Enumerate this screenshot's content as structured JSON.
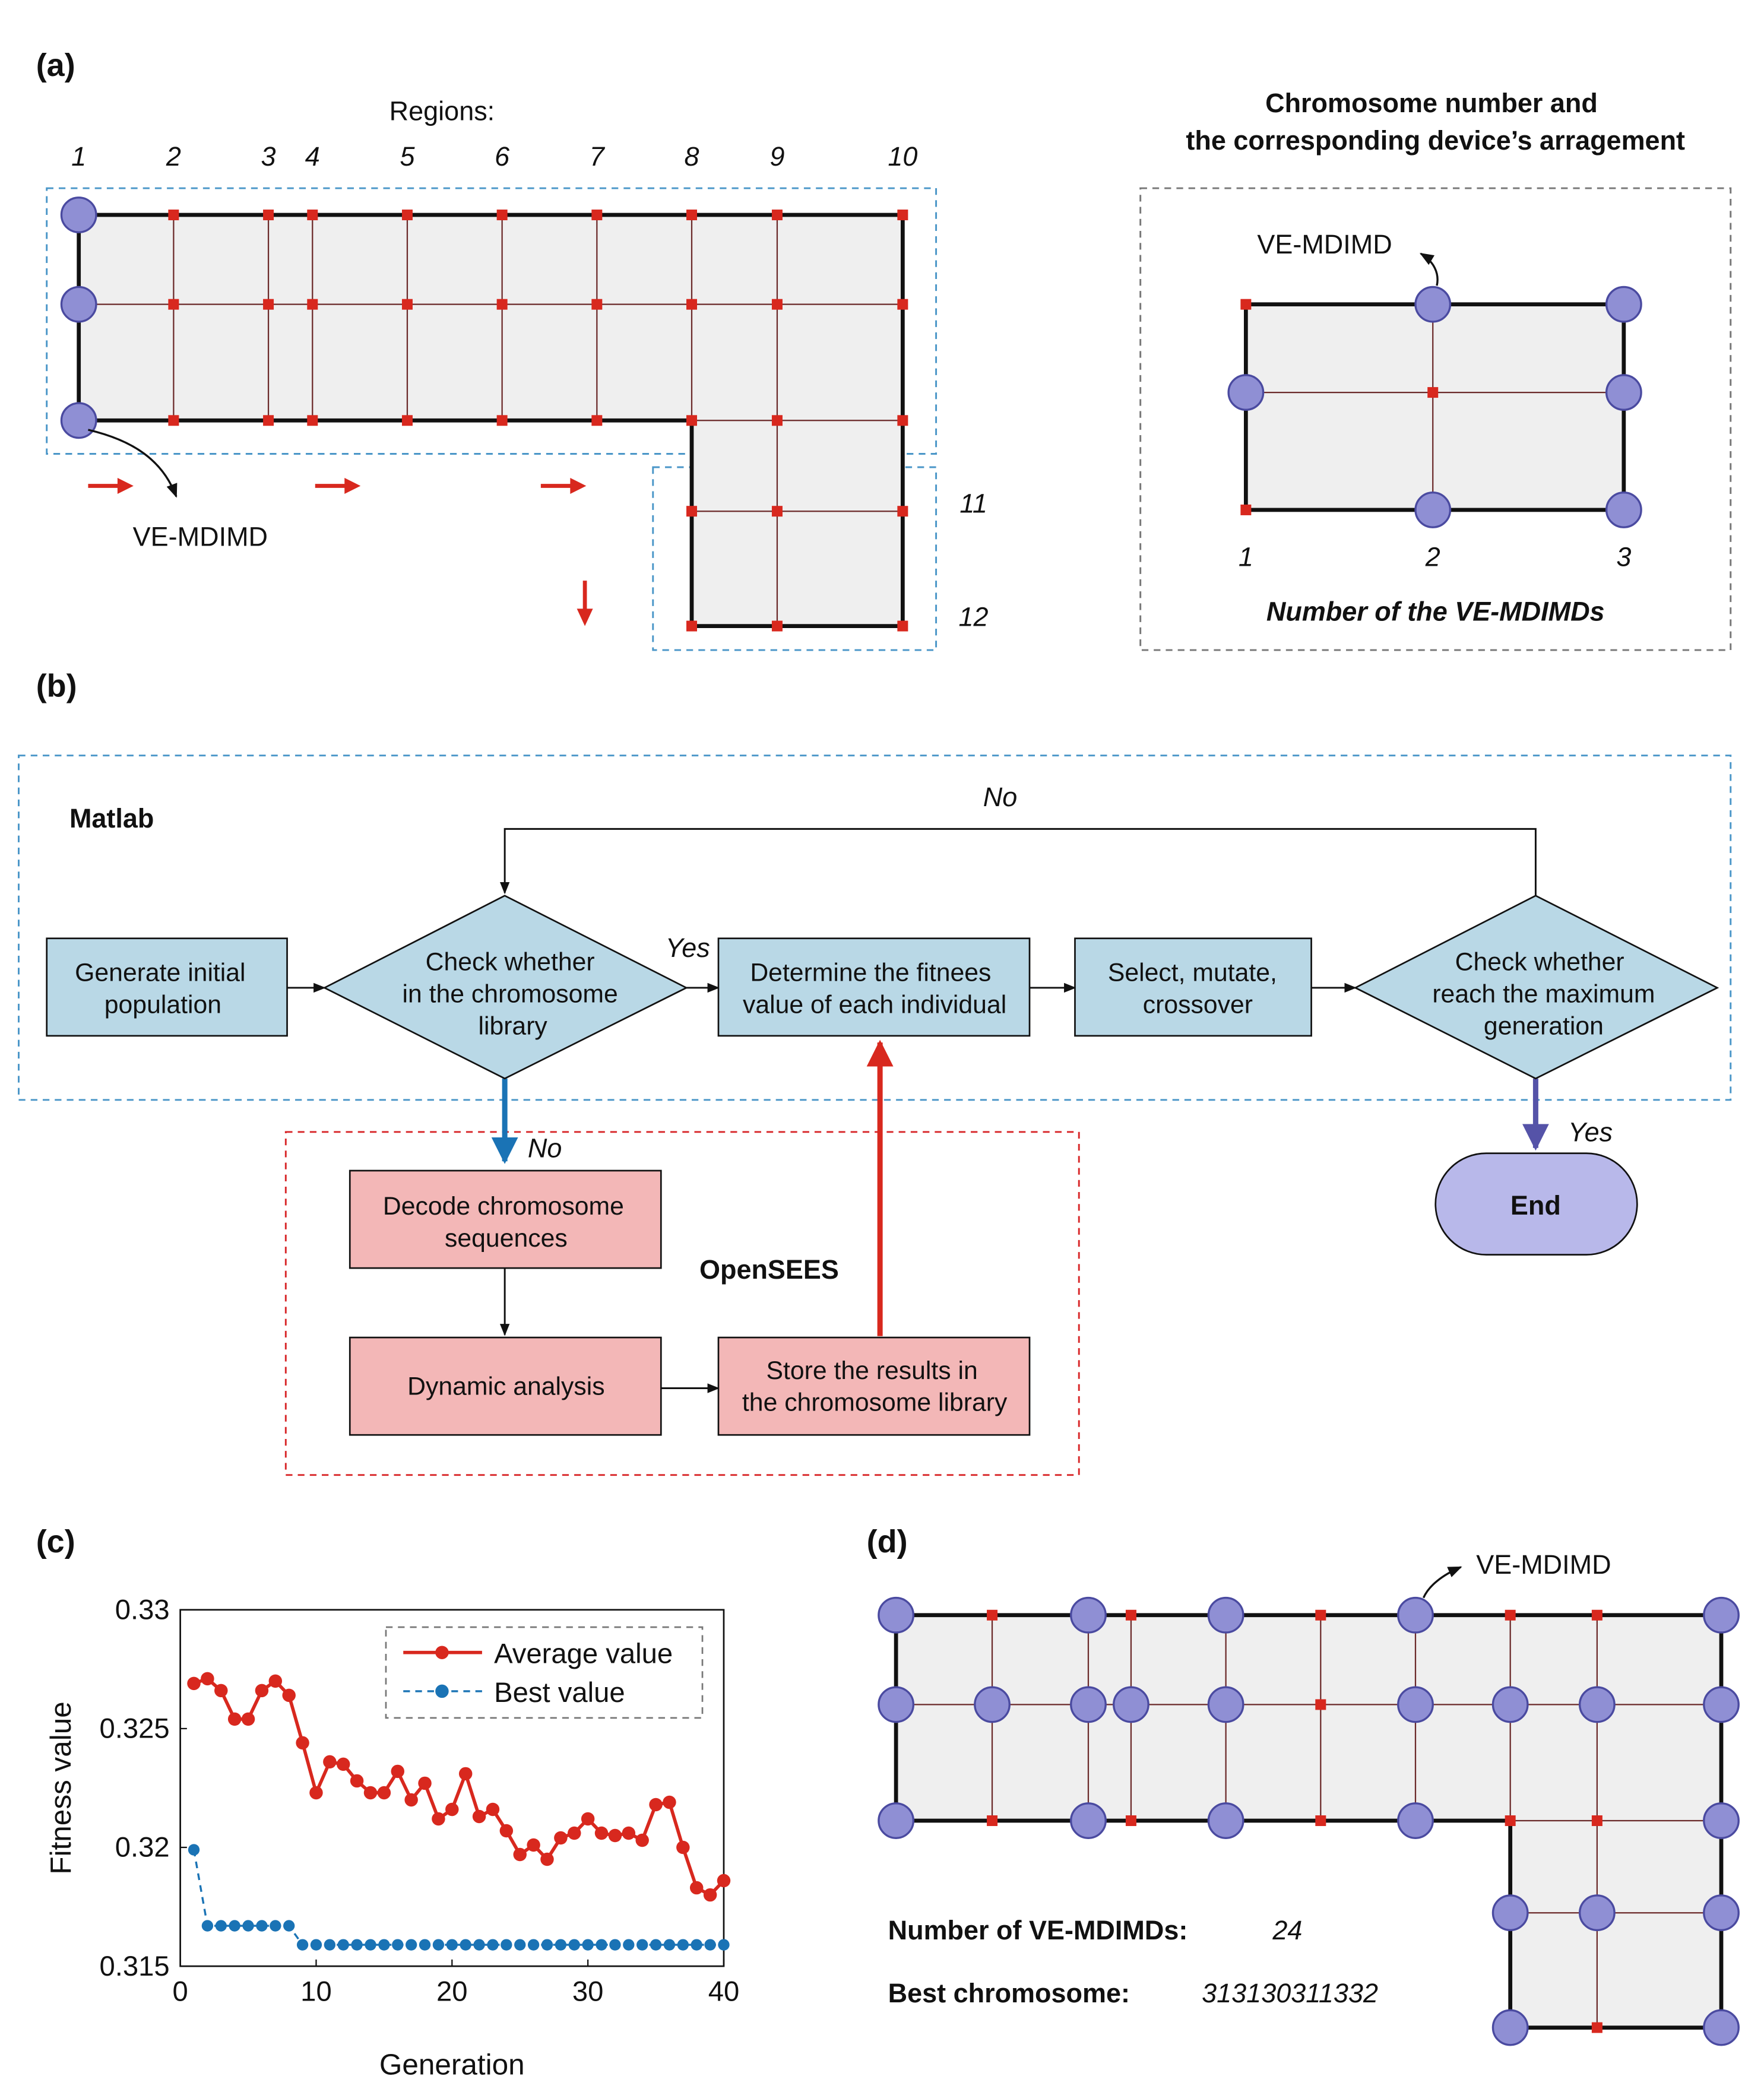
{
  "colors": {
    "panel_fill": "#efefef",
    "node_circle": "#8f8fd4",
    "node_circle_stroke": "#4a4aa0",
    "node_square": "#d8281e",
    "flow_blue": "#b9d8e6",
    "flow_pink": "#f3b7b7",
    "end_fill": "#b8b8ea",
    "matlab_border": "#4a96c8",
    "opensees_border": "#d8282a",
    "average_line": "#d8281e",
    "best_line": "#1a73b5",
    "arrow_blue": "#1a73b5",
    "arrow_red": "#d8281e",
    "arrow_purple": "#5553a8"
  },
  "panel_a": {
    "label": "(a)",
    "regions_title": "Regions:",
    "region_numbers": [
      "1",
      "2",
      "3",
      "4",
      "5",
      "6",
      "7",
      "8",
      "9",
      "10"
    ],
    "region_numbers_side": [
      "11",
      "12"
    ],
    "device_label": "VE-MDIMD",
    "legend_title_line1": "Chromosome number and",
    "legend_title_line2": "the corresponding device’s arragement",
    "legend_device_label": "VE-MDIMD",
    "legend_numbers": [
      "1",
      "2",
      "3"
    ],
    "legend_caption": "Number of the VE-MDIMDs"
  },
  "panel_b": {
    "label": "(b)",
    "matlab_label": "Matlab",
    "opensees_label": "OpenSEES",
    "no_top": "No",
    "yes_mid": "Yes",
    "no_down": "No",
    "yes_end": "Yes",
    "box_generate": [
      "Generate initial",
      "population"
    ],
    "diamond_library": [
      "Check whether",
      "in the chromosome",
      "library"
    ],
    "box_fitness": [
      "Determine the fitnees",
      "value of each individual"
    ],
    "box_select": [
      "Select, mutate,",
      "crossover"
    ],
    "diamond_generation": [
      "Check whether",
      "reach the maximum",
      "generation"
    ],
    "end_label": "End",
    "box_decode": [
      "Decode chromosome",
      "sequences"
    ],
    "box_dynamic": [
      "Dynamic analysis"
    ],
    "box_store": [
      "Store the results in",
      "the chromosome library"
    ]
  },
  "panel_c": {
    "label": "(c)"
  },
  "chart_data": {
    "type": "line",
    "xlabel": "Generation",
    "ylabel": "Fitness value",
    "xlim": [
      0,
      40
    ],
    "ylim": [
      0.315,
      0.33
    ],
    "xticks": [
      0,
      10,
      20,
      30,
      40
    ],
    "yticks": [
      0.315,
      0.32,
      0.325,
      0.33
    ],
    "ytick_labels": [
      "0.315",
      "0.32",
      "0.325",
      "0.33"
    ],
    "legend_position": "top-right",
    "x": [
      1,
      2,
      3,
      4,
      5,
      6,
      7,
      8,
      9,
      10,
      11,
      12,
      13,
      14,
      15,
      16,
      17,
      18,
      19,
      20,
      21,
      22,
      23,
      24,
      25,
      26,
      27,
      28,
      29,
      30,
      31,
      32,
      33,
      34,
      35,
      36,
      37,
      38,
      39,
      40
    ],
    "series": [
      {
        "name": "Average value",
        "color": "#d8281e",
        "line": "solid",
        "values": [
          0.3269,
          0.3271,
          0.3266,
          0.3254,
          0.3254,
          0.3266,
          0.327,
          0.3264,
          0.3244,
          0.3223,
          0.3236,
          0.3235,
          0.3228,
          0.3223,
          0.3223,
          0.3232,
          0.322,
          0.3227,
          0.3212,
          0.3216,
          0.3231,
          0.3213,
          0.3216,
          0.3207,
          0.3197,
          0.3201,
          0.3195,
          0.3204,
          0.3206,
          0.3212,
          0.3206,
          0.3205,
          0.3206,
          0.3203,
          0.3218,
          0.3219,
          0.32,
          0.3183,
          0.318,
          0.3186
        ]
      },
      {
        "name": "Best value",
        "color": "#1a73b5",
        "line": "dashed",
        "values": [
          0.3199,
          0.3167,
          0.3167,
          0.3167,
          0.3167,
          0.3167,
          0.3167,
          0.3167,
          0.3159,
          0.3159,
          0.3159,
          0.3159,
          0.3159,
          0.3159,
          0.3159,
          0.3159,
          0.3159,
          0.3159,
          0.3159,
          0.3159,
          0.3159,
          0.3159,
          0.3159,
          0.3159,
          0.3159,
          0.3159,
          0.3159,
          0.3159,
          0.3159,
          0.3159,
          0.3159,
          0.3159,
          0.3159,
          0.3159,
          0.3159,
          0.3159,
          0.3159,
          0.3159,
          0.3159,
          0.3159
        ]
      }
    ]
  },
  "panel_d": {
    "label": "(d)",
    "device_label": "VE-MDIMD",
    "count_label": "Number of VE-MDIMDs:",
    "count_value": "24",
    "best_label": "Best chromosome:",
    "best_value": "313130311332"
  }
}
